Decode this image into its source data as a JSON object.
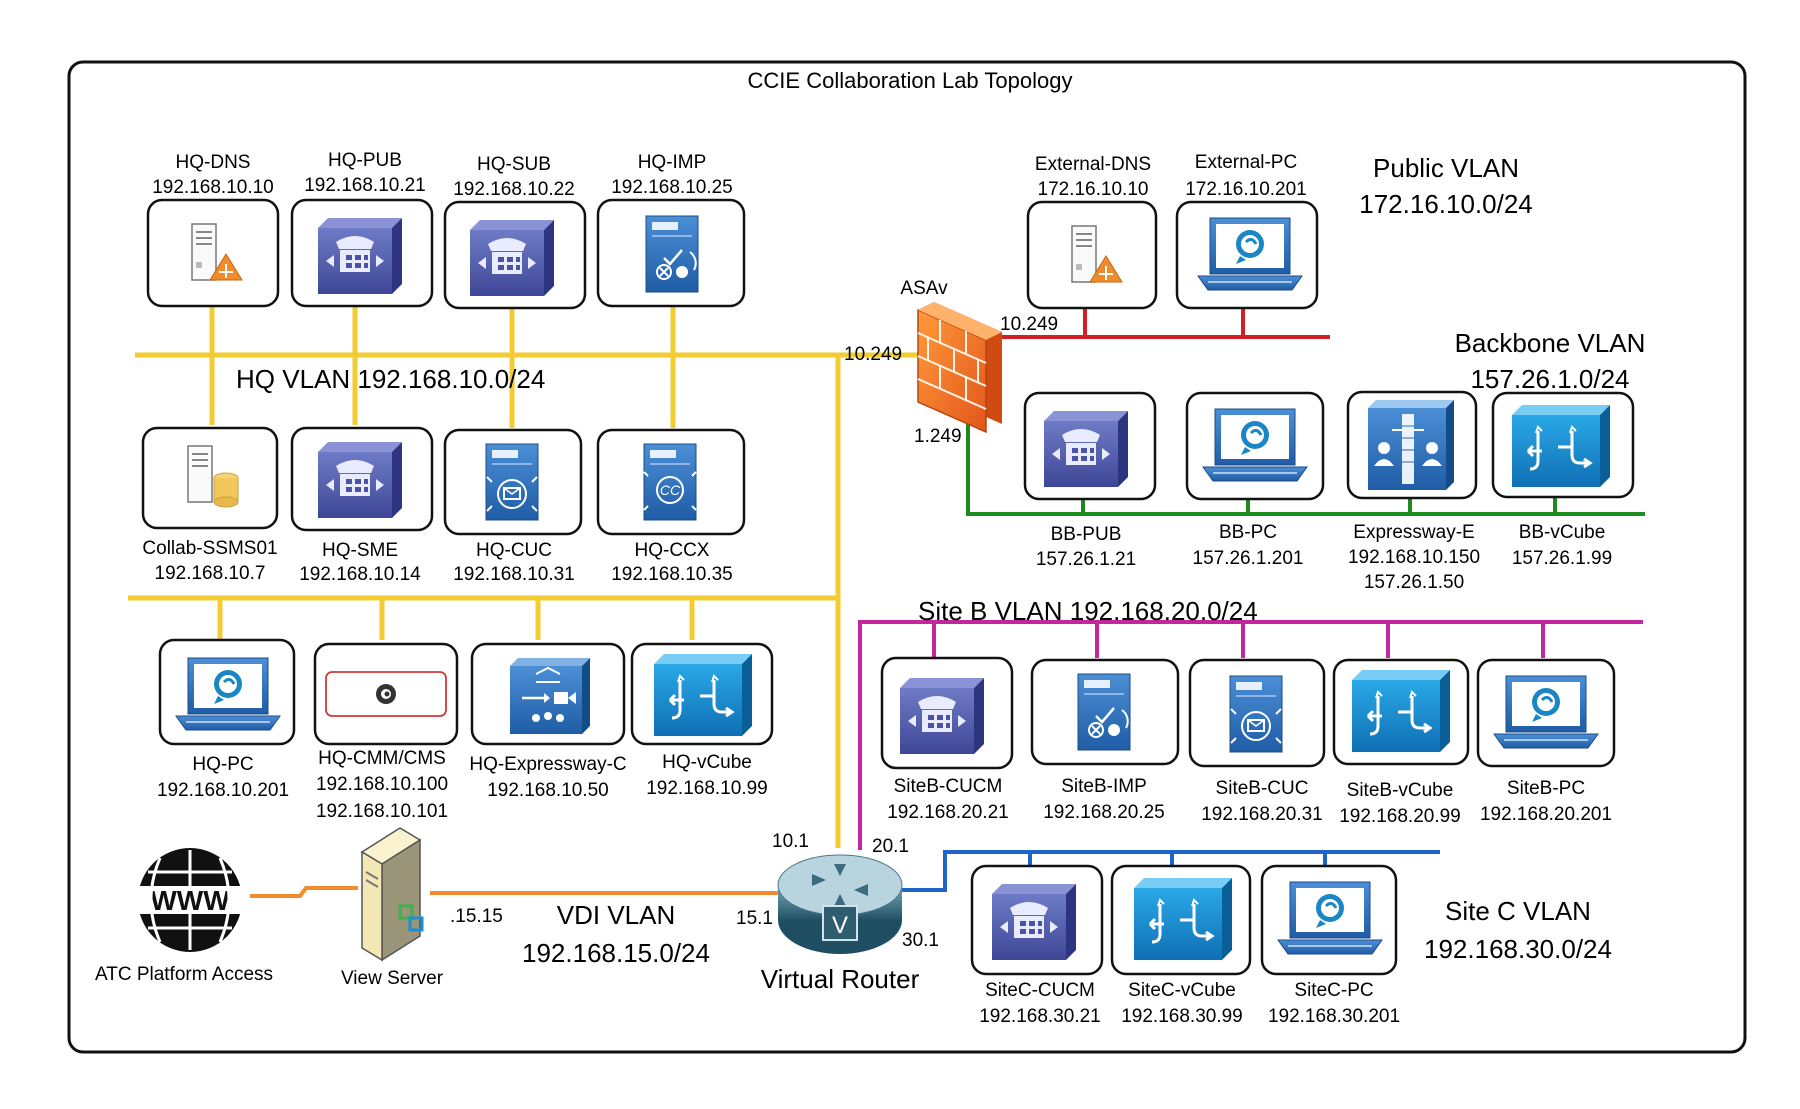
{
  "title": "CCIE Collaboration Lab Topology",
  "colors": {
    "hq": "#f2cc30",
    "public": "#d21f26",
    "backbone": "#1c8a1c",
    "siteB": "#c4269d",
    "siteC": "#1f64c8",
    "vdi": "#f08c2e"
  },
  "vlans": {
    "hq": "HQ VLAN 192.168.10.0/24",
    "public_name": "Public VLAN",
    "public_subnet": "172.16.10.0/24",
    "backbone_name": "Backbone VLAN",
    "backbone_subnet": "157.26.1.0/24",
    "siteB": "Site B VLAN 192.168.20.0/24",
    "siteC_name": "Site C VLAN",
    "siteC_subnet": "192.168.30.0/24",
    "vdi_name": "VDI VLAN",
    "vdi_subnet": "192.168.15.0/24"
  },
  "ports": {
    "asa_hq": "10.249",
    "asa_public": "10.249",
    "asa_backbone": "1.249",
    "router_hq": "10.1",
    "router_siteB": "20.1",
    "router_vdi": "15.1",
    "router_siteC": "30.1",
    "view_server": ".15.15"
  },
  "devices": {
    "hq_dns": {
      "name": "HQ-DNS",
      "ip": "192.168.10.10",
      "icon": "dns-server-icon"
    },
    "hq_pub": {
      "name": "HQ-PUB",
      "ip": "192.168.10.21",
      "icon": "call-manager-icon"
    },
    "hq_sub": {
      "name": "HQ-SUB",
      "ip": "192.168.10.22",
      "icon": "call-manager-icon"
    },
    "hq_imp": {
      "name": "HQ-IMP",
      "ip": "192.168.10.25",
      "icon": "presence-server-icon"
    },
    "collab_ssms": {
      "name": "Collab-SSMS01",
      "ip": "192.168.10.7",
      "icon": "database-server-icon"
    },
    "hq_sme": {
      "name": "HQ-SME",
      "ip": "192.168.10.14",
      "icon": "call-manager-icon"
    },
    "hq_cuc": {
      "name": "HQ-CUC",
      "ip": "192.168.10.31",
      "icon": "unity-server-icon"
    },
    "hq_ccx": {
      "name": "HQ-CCX",
      "ip": "192.168.10.35",
      "icon": "contact-center-icon"
    },
    "hq_pc": {
      "name": "HQ-PC",
      "ip": "192.168.10.201",
      "icon": "laptop-jabber-icon"
    },
    "hq_cms": {
      "name": "HQ-CMM/CMS",
      "ip": "192.168.10.100",
      "ip2": "192.168.10.101",
      "icon": "meeting-server-icon"
    },
    "hq_exp_c": {
      "name": "HQ-Expressway-C",
      "ip": "192.168.10.50",
      "icon": "expressway-icon"
    },
    "hq_vcube": {
      "name": "HQ-vCube",
      "ip": "192.168.10.99",
      "icon": "vcube-icon"
    },
    "ext_dns": {
      "name": "External-DNS",
      "ip": "172.16.10.10",
      "icon": "dns-server-icon"
    },
    "ext_pc": {
      "name": "External-PC",
      "ip": "172.16.10.201",
      "icon": "laptop-jabber-icon"
    },
    "bb_pub": {
      "name": "BB-PUB",
      "ip": "157.26.1.21",
      "icon": "call-manager-icon"
    },
    "bb_pc": {
      "name": "BB-PC",
      "ip": "157.26.1.201",
      "icon": "laptop-jabber-icon"
    },
    "exp_e": {
      "name": "Expressway-E",
      "ip": "192.168.10.150",
      "ip2": "157.26.1.50",
      "icon": "expressway-e-icon"
    },
    "bb_vcube": {
      "name": "BB-vCube",
      "ip": "157.26.1.99",
      "icon": "vcube-icon"
    },
    "sb_cucm": {
      "name": "SiteB-CUCM",
      "ip": "192.168.20.21",
      "icon": "call-manager-icon"
    },
    "sb_imp": {
      "name": "SiteB-IMP",
      "ip": "192.168.20.25",
      "icon": "presence-server-icon"
    },
    "sb_cuc": {
      "name": "SiteB-CUC",
      "ip": "192.168.20.31",
      "icon": "unity-server-icon"
    },
    "sb_vcube": {
      "name": "SiteB-vCube",
      "ip": "192.168.20.99",
      "icon": "vcube-icon"
    },
    "sb_pc": {
      "name": "SiteB-PC",
      "ip": "192.168.20.201",
      "icon": "laptop-jabber-icon"
    },
    "sc_cucm": {
      "name": "SiteC-CUCM",
      "ip": "192.168.30.21",
      "icon": "call-manager-icon"
    },
    "sc_vcube": {
      "name": "SiteC-vCube",
      "ip": "192.168.30.99",
      "icon": "vcube-icon"
    },
    "sc_pc": {
      "name": "SiteC-PC",
      "ip": "192.168.30.201",
      "icon": "laptop-jabber-icon"
    },
    "asav": {
      "name": "ASAv",
      "icon": "firewall-icon"
    },
    "router": {
      "name": "Virtual Router",
      "icon": "router-icon"
    },
    "view_server": {
      "name": "View Server",
      "icon": "view-server-icon"
    },
    "www": {
      "name": "ATC Platform Access",
      "icon": "globe-www-icon"
    }
  }
}
